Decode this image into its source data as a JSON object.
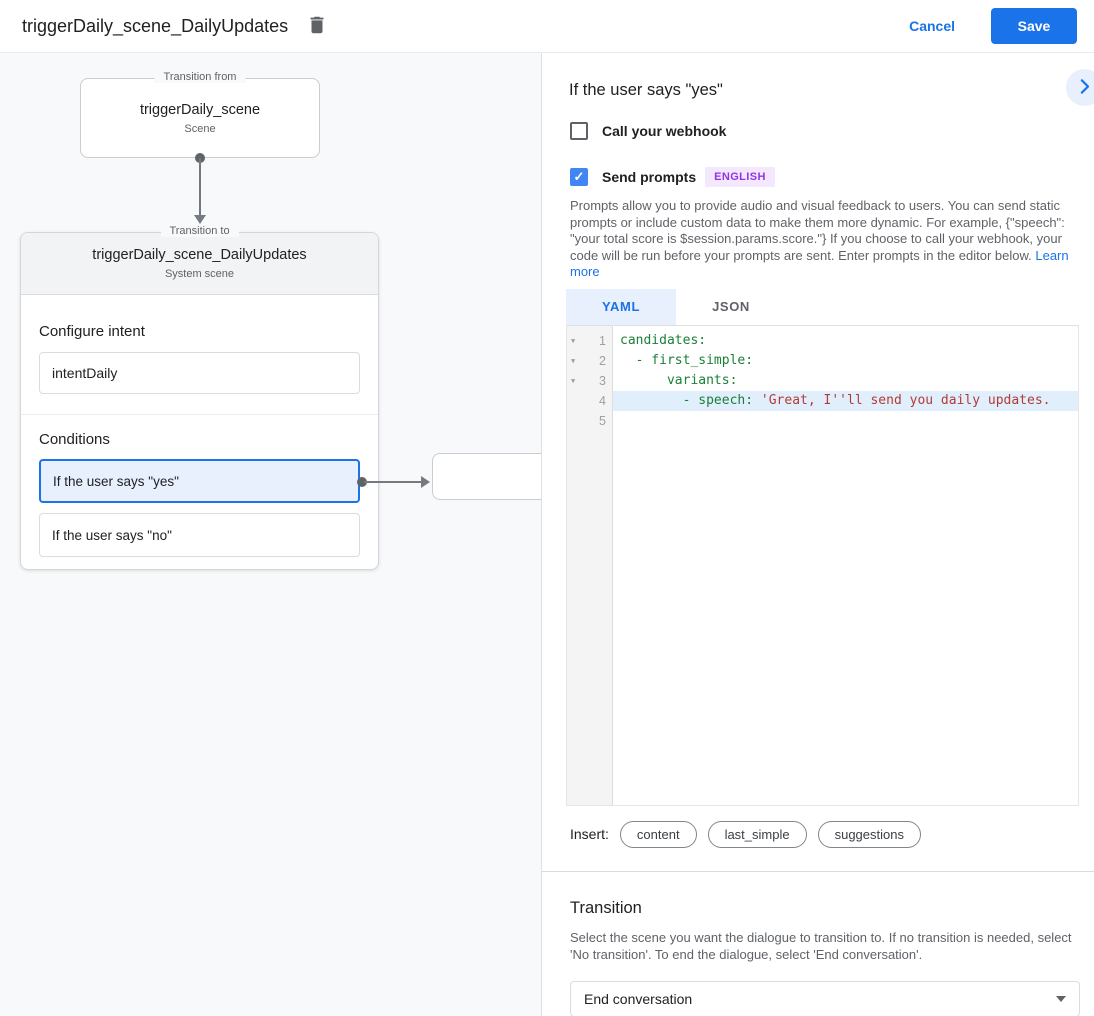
{
  "app": {
    "title": "triggerDaily_scene_DailyUpdates",
    "cancel_label": "Cancel",
    "save_label": "Save"
  },
  "colors": {
    "accent_blue": "#1a73e8",
    "selection_blue_bg": "#e8f0fe",
    "badge_purple_text": "#9334e6",
    "badge_purple_bg": "#f3e8fd",
    "code_key_green": "#1a8038",
    "code_string_red": "#b23c35"
  },
  "canvas": {
    "transition_from": {
      "legend": "Transition from",
      "scene_name": "triggerDaily_scene",
      "scene_type": "Scene"
    },
    "transition_to": {
      "legend": "Transition to",
      "scene_name": "triggerDaily_scene_DailyUpdates",
      "scene_type": "System scene"
    },
    "configure_intent": {
      "label": "Configure intent",
      "value": "intentDaily"
    },
    "conditions": {
      "label": "Conditions",
      "items": [
        {
          "label": "If the user says \"yes\"",
          "selected": true
        },
        {
          "label": "If the user says \"no\"",
          "selected": false
        }
      ]
    }
  },
  "detail": {
    "title": "If the user says \"yes\"",
    "webhook_label": "Call your webhook",
    "send_prompts_label": "Send prompts",
    "language_badge": "ENGLISH",
    "check_glyph": "✓",
    "description": "Prompts allow you to provide audio and visual feedback to users. You can send static prompts or include custom data to make them more dynamic. For example, {\"speech\": \"your total score is $session.params.score.\"} If you choose to call your webhook, your code will be run before your prompts are sent. Enter prompts in the editor below. ",
    "learn_more_label": "Learn more",
    "tabs": [
      {
        "label": "YAML",
        "active": true
      },
      {
        "label": "JSON",
        "active": false
      }
    ],
    "editor": {
      "line_numbers": [
        "1",
        "2",
        "3",
        "4",
        "5"
      ],
      "fold_glyph": "▼",
      "lines": [
        {
          "indent": "",
          "key": "candidates:",
          "str": ""
        },
        {
          "indent": "  ",
          "key": "- first_simple:",
          "str": ""
        },
        {
          "indent": "      ",
          "key": "variants:",
          "str": ""
        },
        {
          "indent": "        ",
          "key": "- speech: ",
          "str": "'Great, I''ll send you daily updates."
        },
        {
          "indent": "",
          "key": "",
          "str": ""
        }
      ]
    },
    "insert_label": "Insert:",
    "insert_chips": [
      "content",
      "last_simple",
      "suggestions"
    ],
    "transition": {
      "title": "Transition",
      "description": "Select the scene you want the dialogue to transition to. If no transition is needed, select 'No transition'. To end the dialogue, select 'End conversation'.",
      "selected_value": "End conversation"
    }
  }
}
